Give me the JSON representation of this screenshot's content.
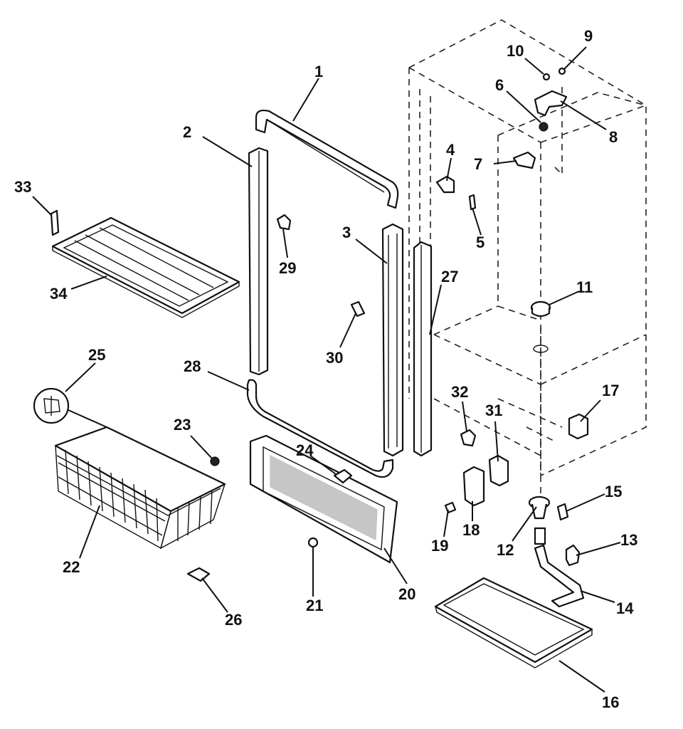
{
  "diagram": {
    "labels": [
      {
        "id": "1",
        "text": "1"
      },
      {
        "id": "2",
        "text": "2"
      },
      {
        "id": "3",
        "text": "3"
      },
      {
        "id": "4",
        "text": "4"
      },
      {
        "id": "5",
        "text": "5"
      },
      {
        "id": "6",
        "text": "6"
      },
      {
        "id": "7",
        "text": "7"
      },
      {
        "id": "8",
        "text": "8"
      },
      {
        "id": "9",
        "text": "9"
      },
      {
        "id": "10",
        "text": "10"
      },
      {
        "id": "11",
        "text": "11"
      },
      {
        "id": "12",
        "text": "12"
      },
      {
        "id": "13",
        "text": "13"
      },
      {
        "id": "14",
        "text": "14"
      },
      {
        "id": "15",
        "text": "15"
      },
      {
        "id": "16",
        "text": "16"
      },
      {
        "id": "17",
        "text": "17"
      },
      {
        "id": "18",
        "text": "18"
      },
      {
        "id": "19",
        "text": "19"
      },
      {
        "id": "20",
        "text": "20"
      },
      {
        "id": "21",
        "text": "21"
      },
      {
        "id": "22",
        "text": "22"
      },
      {
        "id": "23",
        "text": "23"
      },
      {
        "id": "24",
        "text": "24"
      },
      {
        "id": "25",
        "text": "25"
      },
      {
        "id": "26",
        "text": "26"
      },
      {
        "id": "27",
        "text": "27"
      },
      {
        "id": "28",
        "text": "28"
      },
      {
        "id": "29",
        "text": "29"
      },
      {
        "id": "30",
        "text": "30"
      },
      {
        "id": "31",
        "text": "31"
      },
      {
        "id": "32",
        "text": "32"
      },
      {
        "id": "33",
        "text": "33"
      },
      {
        "id": "34",
        "text": "34"
      }
    ]
  }
}
